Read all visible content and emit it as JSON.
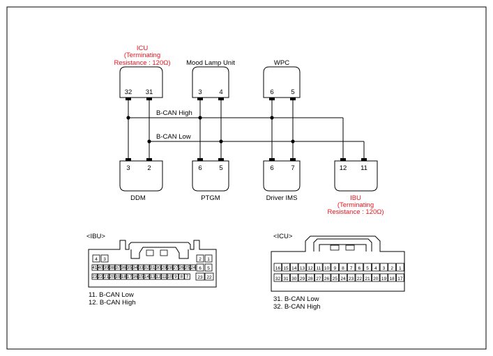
{
  "colors": {
    "line": "#000000",
    "terminating_label": "#e8141e"
  },
  "bus": {
    "high_label": "B-CAN High",
    "low_label": "B-CAN Low"
  },
  "modules": {
    "icu": {
      "name": "ICU",
      "note_line1": "(Terminating",
      "note_line2": "Resistance : 120Ω)",
      "pins": [
        "32",
        "31"
      ]
    },
    "mood_lamp": {
      "name": "Mood Lamp Unit",
      "pins": [
        "3",
        "4"
      ]
    },
    "wpc": {
      "name": "WPC",
      "pins": [
        "6",
        "5"
      ]
    },
    "ddm": {
      "name": "DDM",
      "pins": [
        "3",
        "2"
      ]
    },
    "ptgm": {
      "name": "PTGM",
      "pins": [
        "6",
        "5"
      ]
    },
    "driver_ims": {
      "name": "Driver IMS",
      "pins": [
        "6",
        "7"
      ]
    },
    "ibu": {
      "name": "IBU",
      "note_line1": "(Terminating",
      "note_line2": "Resistance : 120Ω)",
      "pins": [
        "12",
        "11"
      ]
    }
  },
  "ibu_connector": {
    "title": "<IBU>",
    "top_left_pins": [
      "4",
      "3"
    ],
    "top_right_pins": [
      "2",
      "1"
    ],
    "row2": [
      "41",
      "40",
      "39",
      "38",
      "37",
      "36",
      "35",
      "34",
      "33",
      "32",
      "31",
      "30",
      "29",
      "28",
      "27",
      "26",
      "25",
      "24",
      "23",
      "22",
      "21",
      "20",
      "19",
      "18",
      "17",
      "16",
      "15",
      "14",
      "13",
      "12",
      "11",
      "10",
      "9",
      "8",
      "7"
    ],
    "row2_right": [
      "6",
      "5"
    ],
    "row3_right": [
      "23",
      "22"
    ],
    "legend": [
      "11. B-CAN Low",
      "12. B-CAN High"
    ]
  },
  "icu_connector": {
    "title": "<ICU>",
    "row1": [
      "16",
      "15",
      "14",
      "13",
      "12",
      "11",
      "10",
      "9",
      "8",
      "7",
      "6",
      "5",
      "4",
      "3",
      "2",
      "1"
    ],
    "row2": [
      "32",
      "31",
      "30",
      "29",
      "28",
      "27",
      "26",
      "25",
      "24",
      "23",
      "22",
      "21",
      "20",
      "19",
      "18",
      "17"
    ],
    "legend": [
      "31. B-CAN Low",
      "32. B-CAN High"
    ]
  }
}
